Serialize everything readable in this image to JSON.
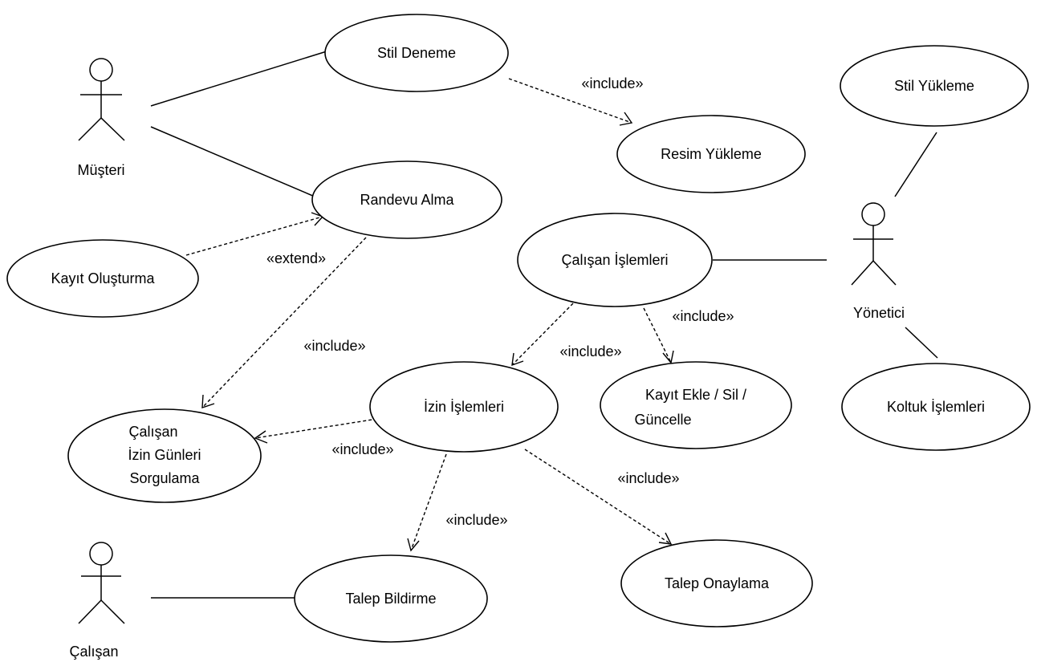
{
  "actors": {
    "musteri": "Müşteri",
    "yonetici": "Yönetici",
    "calisan": "Çalışan"
  },
  "use_cases": {
    "stil_deneme": "Stil Deneme",
    "resim_yukleme": "Resim Yükleme",
    "randevu_alma": "Randevu Alma",
    "kayit_olusturma": "Kayıt Oluşturma",
    "stil_yukleme": "Stil Yükleme",
    "calisan_islemleri": "Çalışan İşlemleri",
    "kayit_ekle_line1": "Kayıt Ekle / Sil /",
    "kayit_ekle_line2": "Güncelle",
    "koltuk_islemleri": "Koltuk İşlemleri",
    "izin_islemleri": "İzin İşlemleri",
    "sorgulama_line1": "Çalışan",
    "sorgulama_line2": "İzin Günleri",
    "sorgulama_line3": "Sorgulama",
    "talep_bildirme": "Talep Bildirme",
    "talep_onaylama": "Talep Onaylama"
  },
  "relations": {
    "include_stil_resim": "«include»",
    "extend_kayit_randevu": "«extend»",
    "include_randevu_sorgulama": "«include»",
    "include_calisan_izin": "«include»",
    "include_calisan_kayit": "«include»",
    "include_izin_sorgulama": "«include»",
    "include_izin_talep_bildirme": "«include»",
    "include_izin_talep_onaylama": "«include»"
  }
}
